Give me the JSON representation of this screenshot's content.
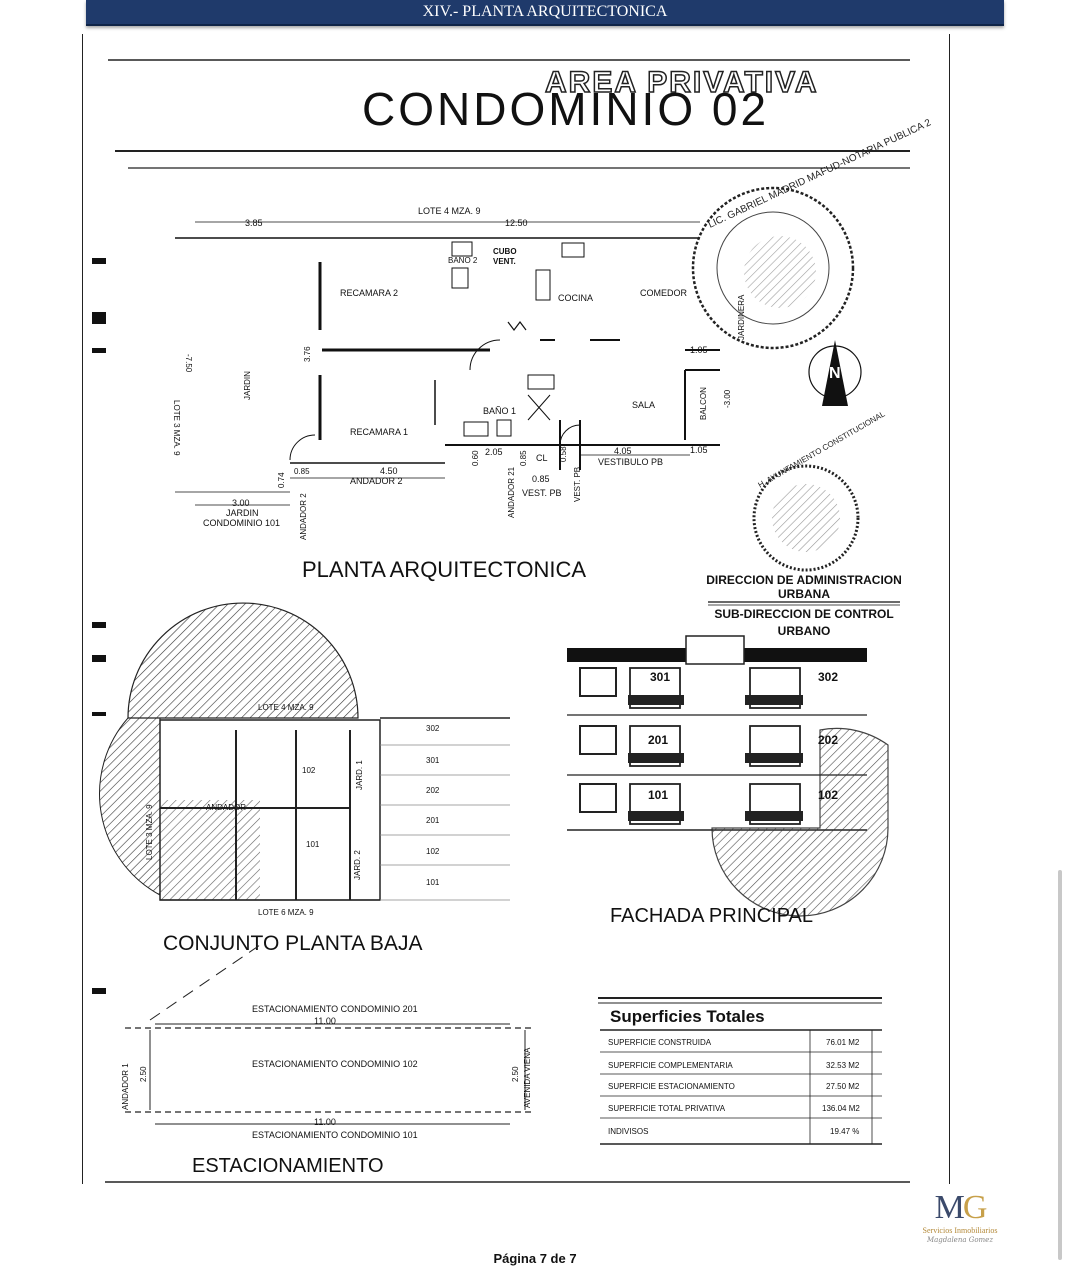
{
  "header": {
    "title": "XIV.- PLANTA ARQUITECTONICA"
  },
  "doc": {
    "area_privativa": "AREA PRIVATIVA",
    "condo_title": "CONDOMINIO 02",
    "plan_labels": {
      "lote4": "LOTE 4 MZA. 9",
      "dim_385": "3.85",
      "dim_1250": "12.50",
      "bano2": "BAÑO 2",
      "cubo": "CUBO",
      "vent": "VENT.",
      "recamara2": "RECAMARA 2",
      "cocina": "COCINA",
      "comedor": "COMEDOR",
      "lote3": "LOTE 3 MZA. 9",
      "dim_750": "-7.50",
      "jardin": "JARDIN",
      "dim_376": "3.76",
      "bano1": "BAÑO 1",
      "sala": "SALA",
      "balcon": "BALCON",
      "dim_300v": "-3.00",
      "jardinera": "JARDINERA",
      "dim_105a": "1.05",
      "recamara1": "RECAMARA 1",
      "cl": "CL",
      "dim_205": "2.05",
      "dim_405": "4.05",
      "dim_105b": "1.05",
      "vest_pb": "VESTIBULO PB",
      "dim_074": "0.74",
      "dim_085a": "0.85",
      "dim_450": "4.50",
      "andador2": "ANDADOR 2",
      "dim_060": "0.60",
      "dim_085b": "0.85",
      "dim_085c": "0.85",
      "vest_pb2": "VEST. PB",
      "vest_pb3": "VEST. PB",
      "andador21": "ANDADOR 21",
      "dim_300": "3.00",
      "jardin2": "JARDIN",
      "condo101": "CONDOMINIO 101",
      "andador2v": "ANDADOR 2",
      "dim_058": "0.58",
      "dim_085d": "0.85"
    },
    "planta_title": "PLANTA ARQUITECTONICA",
    "stamp_text": "LIC. GABRIEL MADRID MAFUD-NOTARIA PUBLICA 2",
    "stamp_text2": "H. AYUNTAMIENTO CONSTITUCIONAL",
    "direccion": [
      "DIRECCION DE ADMINISTRACION",
      "URBANA",
      "SUB-DIRECCION DE CONTROL",
      "URBANO"
    ],
    "fachada": {
      "units": [
        "301",
        "302",
        "201",
        "202",
        "101",
        "102"
      ],
      "title": "FACHADA PRINCIPAL"
    },
    "conjunto": {
      "title": "CONJUNTO PLANTA BAJA",
      "lote4": "LOTE 4 MZA. 9",
      "lote6": "LOTE 6 MZA. 9",
      "lote3": "LOTE 3 MZA. 9",
      "andador": "ANDADOR",
      "jard": "JARD. 1",
      "jard2": "JARD. 2",
      "rows": [
        "302",
        "301",
        "202",
        "201",
        "102",
        "101"
      ],
      "u102": "102",
      "u101": "101"
    },
    "estacionamiento": {
      "c201": "ESTACIONAMIENTO CONDOMINIO 201",
      "c102": "ESTACIONAMIENTO CONDOMINIO 102",
      "c101": "ESTACIONAMIENTO CONDOMINIO 101",
      "dim_top": "11.00",
      "dim_bot": "11.00",
      "dim_left": "2.50",
      "dim_right": "2.50",
      "andador": "ANDADOR 1",
      "avenida": "AVENIDA VIENA",
      "title": "ESTACIONAMIENTO"
    },
    "superficies": {
      "title": "Superficies Totales",
      "rows": [
        {
          "label": "SUPERFICIE CONSTRUIDA",
          "value": "76.01 M2"
        },
        {
          "label": "SUPERFICIE COMPLEMENTARIA",
          "value": "32.53 M2"
        },
        {
          "label": "SUPERFICIE ESTACIONAMIENTO",
          "value": "27.50 M2"
        },
        {
          "label": "SUPERFICIE TOTAL PRIVATIVA",
          "value": "136.04 M2"
        },
        {
          "label": "INDIVISOS",
          "value": "19.47 %"
        }
      ]
    }
  },
  "logo": {
    "mark_m": "M",
    "mark_g": "G",
    "subtitle": "Servicios Inmobiliarios",
    "signature": "Magdalena Gomez"
  },
  "footer": {
    "page": "Página 7 de 7"
  }
}
